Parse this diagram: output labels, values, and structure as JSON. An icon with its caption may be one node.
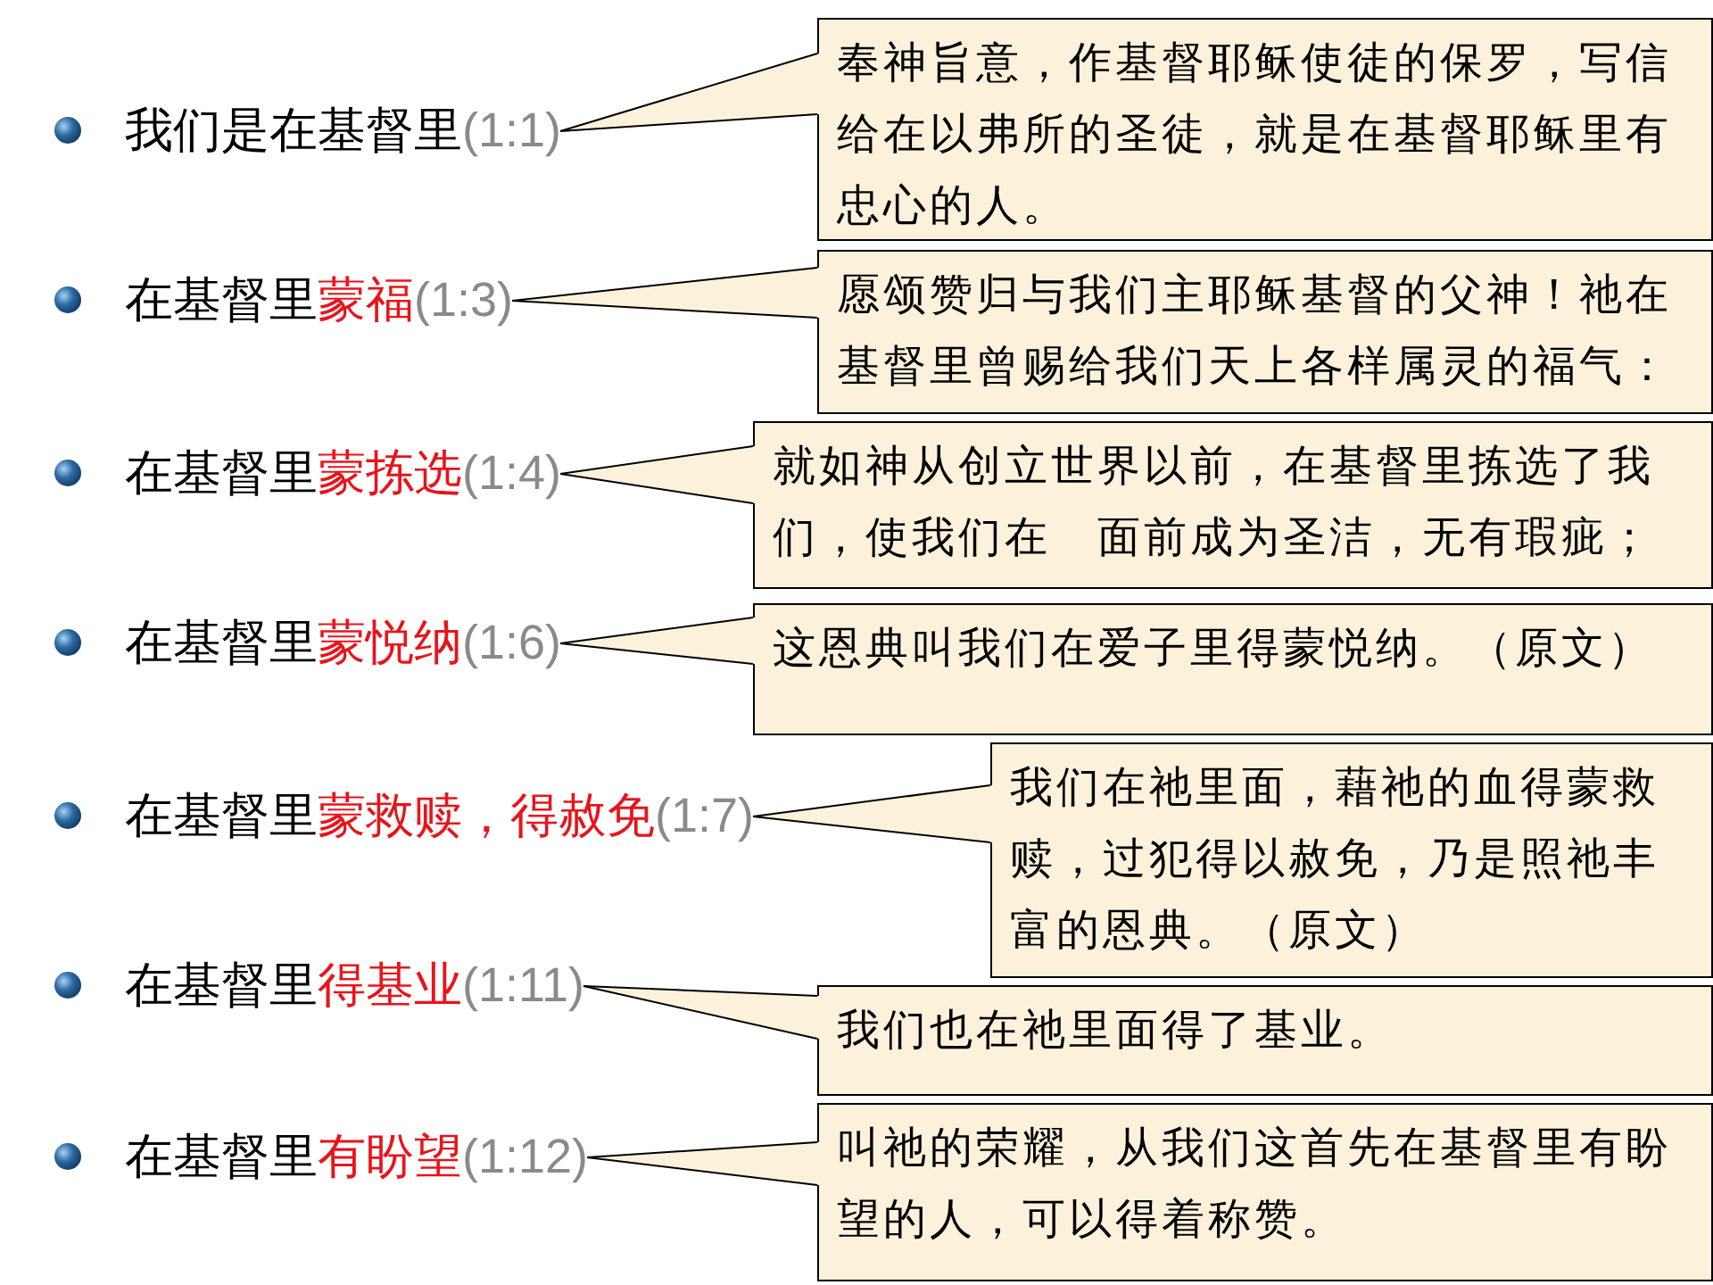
{
  "diagram": {
    "nodes": [
      {
        "text": [
          "我们是在基督里",
          "(1:1)"
        ]
      },
      {
        "text": [
          "奉神旨意，作基督耶稣使徒的保罗，写信给在以弗所的圣徒，就是在基督耶稣里有忠心的人。"
        ]
      },
      {
        "text": [
          "在基督里",
          "蒙福",
          "(1:3)"
        ]
      },
      {
        "text": [
          "愿颂赞归与我们主耶稣基督的父神！祂在基督里曾赐给我们天上各样属灵的福气："
        ]
      },
      {
        "text": [
          "在基督里",
          "蒙拣选",
          "(1:4)"
        ]
      },
      {
        "text": [
          "就如神从创立世界以前，在基督里拣选了我们，使我们在　面前成为圣洁，无有瑕疵；"
        ]
      },
      {
        "text": [
          "在基督里",
          "蒙悦纳",
          "(1:6)"
        ]
      },
      {
        "text": [
          "这恩典叫我们在爱子里得蒙悦纳。（原文）"
        ]
      },
      {
        "text": [
          "在基督里",
          "蒙救赎，得赦免",
          "(1:7)"
        ]
      },
      {
        "text": [
          "我们在祂里面，藉祂的血得蒙救赎，过犯得以赦免，乃是照祂丰富的恩典。（原文）"
        ]
      },
      {
        "text": [
          "在基督里",
          "得基业",
          "(1:11)"
        ]
      },
      {
        "text": [
          "我们也在祂里面得了基业。"
        ]
      },
      {
        "text": [
          "在基督里",
          "有盼望",
          "(1:12)"
        ]
      },
      {
        "text": [
          "叫祂的荣耀，从我们这首先在基督里有盼望的人，可以得着称赞。"
        ]
      }
    ],
    "edges": [
      {
        "from": 1,
        "to": 0,
        "arrow": "none"
      },
      {
        "from": 3,
        "to": 2,
        "arrow": "none"
      },
      {
        "from": 5,
        "to": 4,
        "arrow": "none"
      },
      {
        "from": 7,
        "to": 6,
        "arrow": "none"
      },
      {
        "from": 9,
        "to": 8,
        "arrow": "none"
      },
      {
        "from": 11,
        "to": 10,
        "arrow": "none"
      },
      {
        "from": 13,
        "to": 12,
        "arrow": "none"
      }
    ]
  }
}
